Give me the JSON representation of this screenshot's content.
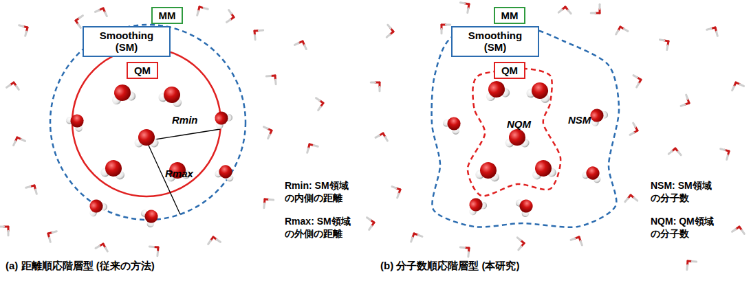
{
  "diagram": {
    "nodes": [
      {
        "text": [
          "MM"
        ]
      },
      {
        "text": [
          "Smoothing (SM)"
        ]
      },
      {
        "text": [
          "QM"
        ]
      },
      {
        "text": [
          "MM"
        ]
      },
      {
        "text": [
          "Smoothing (SM)"
        ]
      },
      {
        "text": [
          "QM"
        ]
      }
    ],
    "labels": [
      "Rmin",
      "Rmax",
      "Rmin: SM領域 の内側の距離",
      "Rmax: SM領域 の外側の距離",
      "NQM",
      "NSM",
      "NSM: SM領域 の分子数",
      "NQM: QM領域 の分子数",
      "(a) 距離順応階層型 (従来の方法)",
      "(b) 分子数順応階層型 (本研究)"
    ]
  }
}
